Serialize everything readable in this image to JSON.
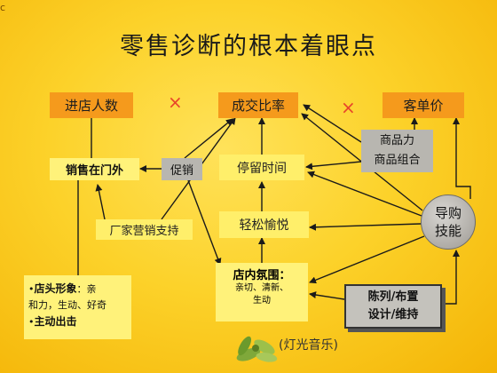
{
  "corner_mark": "c",
  "title": "零售诊断的根本着眼点",
  "top": {
    "visitors": "进店人数",
    "conversion": "成交比率",
    "ticket": "客单价",
    "x_mark": "×"
  },
  "merch": {
    "line1": "商品力",
    "line2": "商品组合"
  },
  "sales_outside": "销售在门外",
  "promo": "促销",
  "dwell": "停留时间",
  "vendor": "厂家营销支持",
  "relaxed": "轻松愉悦",
  "guide": {
    "line1": "导购",
    "line2": "技能"
  },
  "storefront": {
    "bullet": "•",
    "head": "店头形象",
    "desc1": "：亲",
    "desc2": "和力，生动、好奇",
    "proactive": "主动出击"
  },
  "atmosphere": {
    "head": "店内氛围：",
    "line1": "亲切、清新、",
    "line2": "生动"
  },
  "display": {
    "line1": "陈列/布置",
    "line2": "设计/维持"
  },
  "lighting_music": "(灯光音乐)",
  "colors": {
    "box_orange": "#f59a1c",
    "box_yellow": "#fff27a",
    "arrow": "#1a1a1a",
    "cross": "#e8452a"
  }
}
